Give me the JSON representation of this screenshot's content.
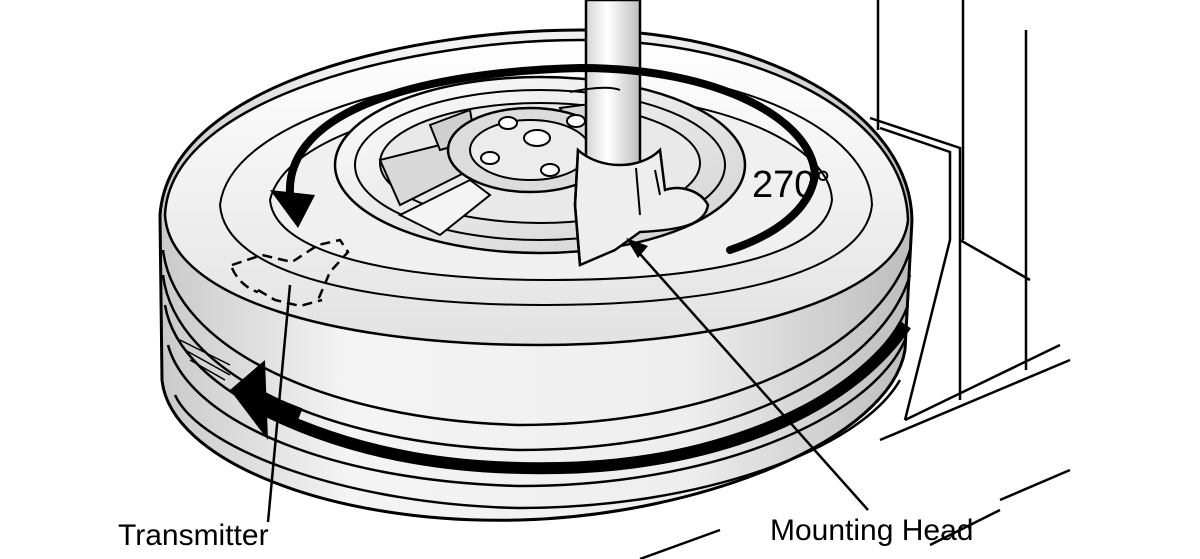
{
  "labels": {
    "angle": "270°",
    "transmitter": "Transmitter",
    "mounting_head": "Mounting Head"
  },
  "colors": {
    "line": "#000000",
    "tire_light": "#f2f2f2",
    "tire_mid": "#d6d6d6",
    "tire_dark": "#b5b5b5",
    "background": "#ffffff"
  },
  "icons": {
    "rotation_arrow": "curved-arrow-icon",
    "tire_spin_arrow": "arrow-left-icon"
  }
}
